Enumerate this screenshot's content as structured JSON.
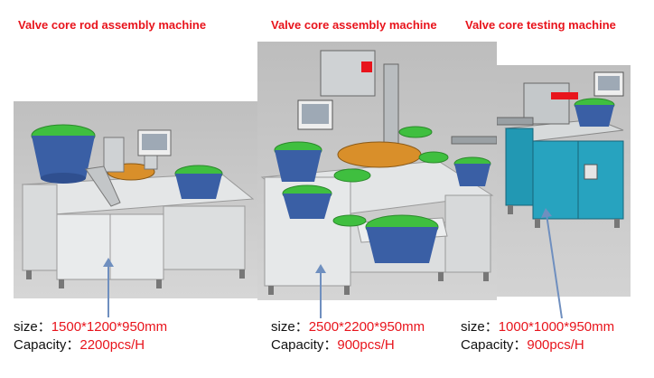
{
  "colors": {
    "title": "#e8141c",
    "value": "#e8141c",
    "label": "#111111",
    "arrow": "#6f8fbf",
    "backdrop": "#c9c9c9",
    "frame": "#d8dadb",
    "bowl_green": "#3fbf3f",
    "bowl_blue": "#3a5fa5",
    "cabinet_teal": "#27a3bf",
    "turntable": "#d98f2a"
  },
  "machines": [
    {
      "title": "Valve core rod assembly machine",
      "size_label": "size：",
      "size_value": "1500*1200*950mm",
      "capacity_label": "Capacity：",
      "capacity_value": "2200pcs/H"
    },
    {
      "title": "Valve core assembly machine",
      "size_label": "size：",
      "size_value": "2500*2200*950mm",
      "capacity_label": "Capacity：",
      "capacity_value": "900pcs/H"
    },
    {
      "title": "Valve core testing machine",
      "size_label": "size：",
      "size_value": "1000*1000*950mm",
      "capacity_label": "Capacity：",
      "capacity_value": "900pcs/H"
    }
  ]
}
